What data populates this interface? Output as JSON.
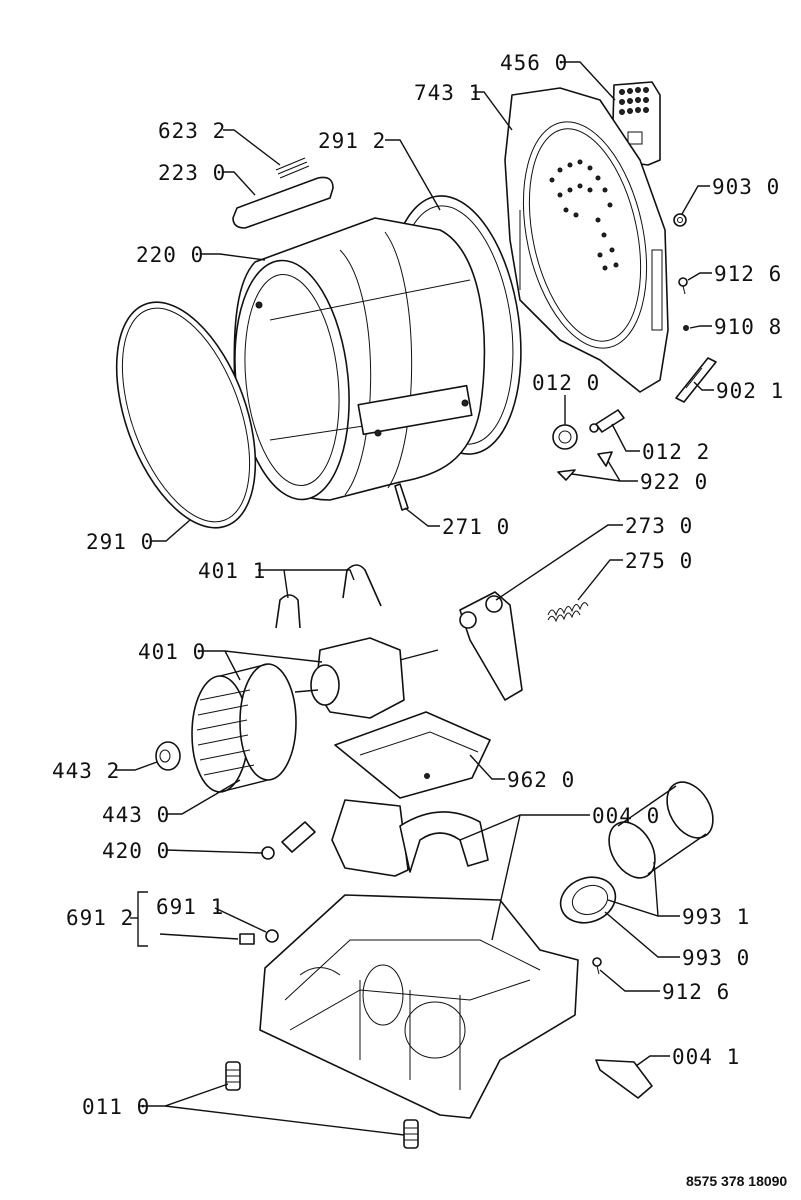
{
  "labels": {
    "l456_0": "456 0",
    "l743_1": "743 1",
    "l623_2": "623 2",
    "l291_2": "291 2",
    "l223_0": "223 0",
    "l903_0": "903 0",
    "l220_0": "220 0",
    "l912_6a": "912 6",
    "l910_8": "910 8",
    "l902_1": "902 1",
    "l012_0": "012 0",
    "l012_2": "012 2",
    "l922_0": "922 0",
    "l271_0": "271 0",
    "l291_0": "291 0",
    "l273_0": "273 0",
    "l275_0": "275 0",
    "l401_1": "401 1",
    "l401_0": "401 0",
    "l443_2": "443 2",
    "l962_0": "962 0",
    "l443_0": "443 0",
    "l004_0": "004 0",
    "l420_0": "420 0",
    "l691_1": "691 1",
    "l691_2": "691 2",
    "l993_1": "993 1",
    "l993_0": "993 0",
    "l912_6b": "912 6",
    "l004_1": "004 1",
    "l011_0": "011 0"
  },
  "document_number": "8575 378 18090"
}
